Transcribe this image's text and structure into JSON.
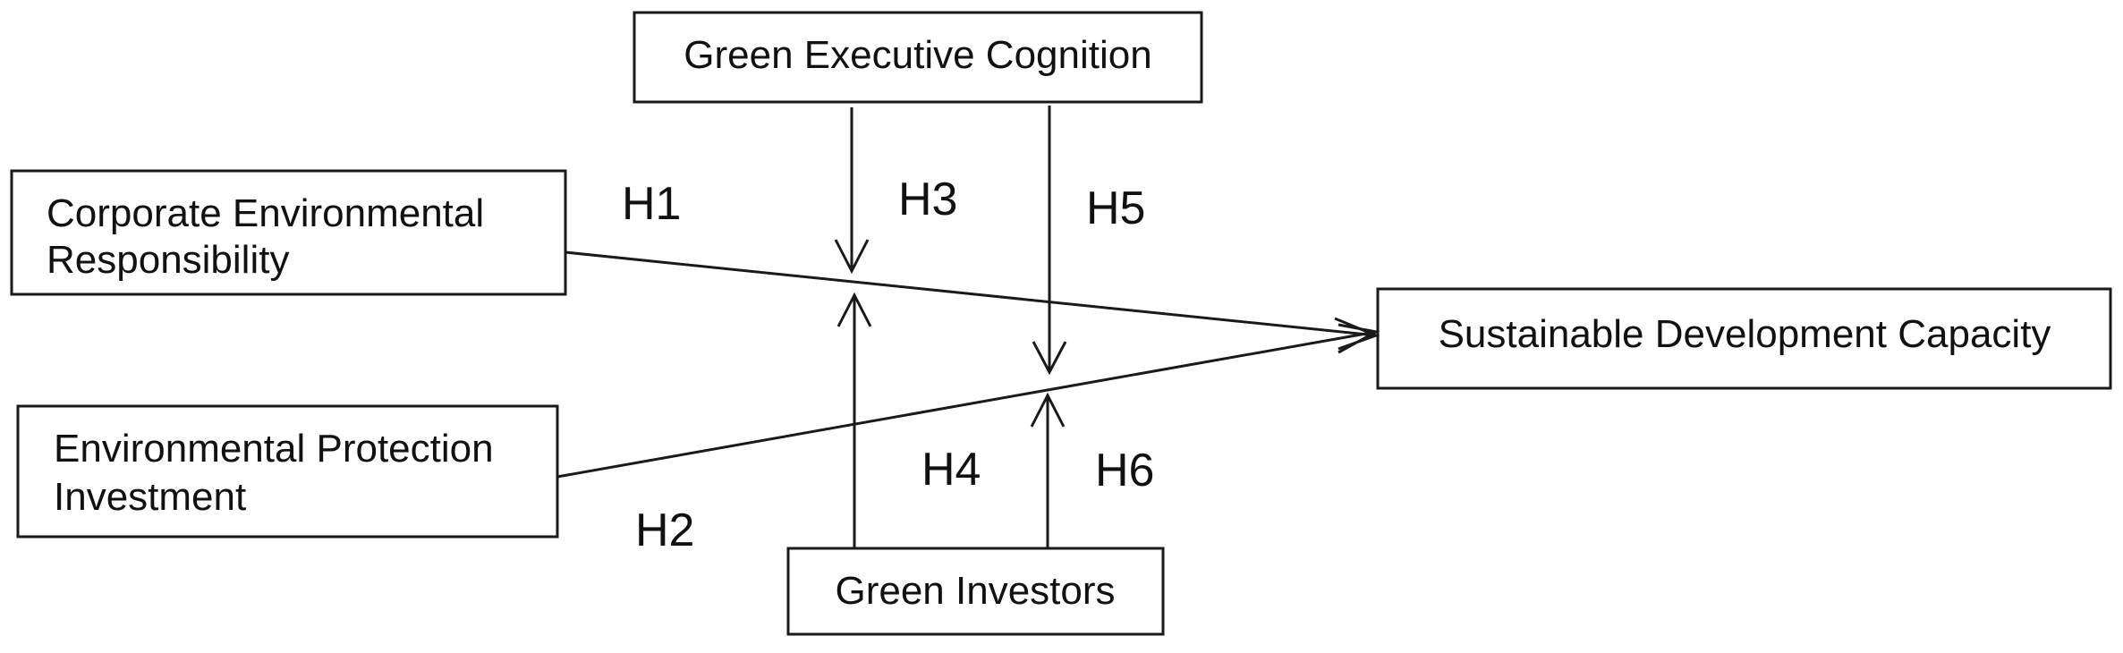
{
  "boxes": {
    "green_executive_cognition": "Green Executive Cognition",
    "corporate_environmental_responsibility": [
      "Corporate Environmental",
      "Responsibility"
    ],
    "environmental_protection_investment": [
      "Environmental Protection",
      "Investment"
    ],
    "sustainable_development_capacity": "Sustainable Development Capacity",
    "green_investors": "Green Investors"
  },
  "hypotheses": {
    "h1": "H1",
    "h2": "H2",
    "h3": "H3",
    "h4": "H4",
    "h5": "H5",
    "h6": "H6"
  }
}
